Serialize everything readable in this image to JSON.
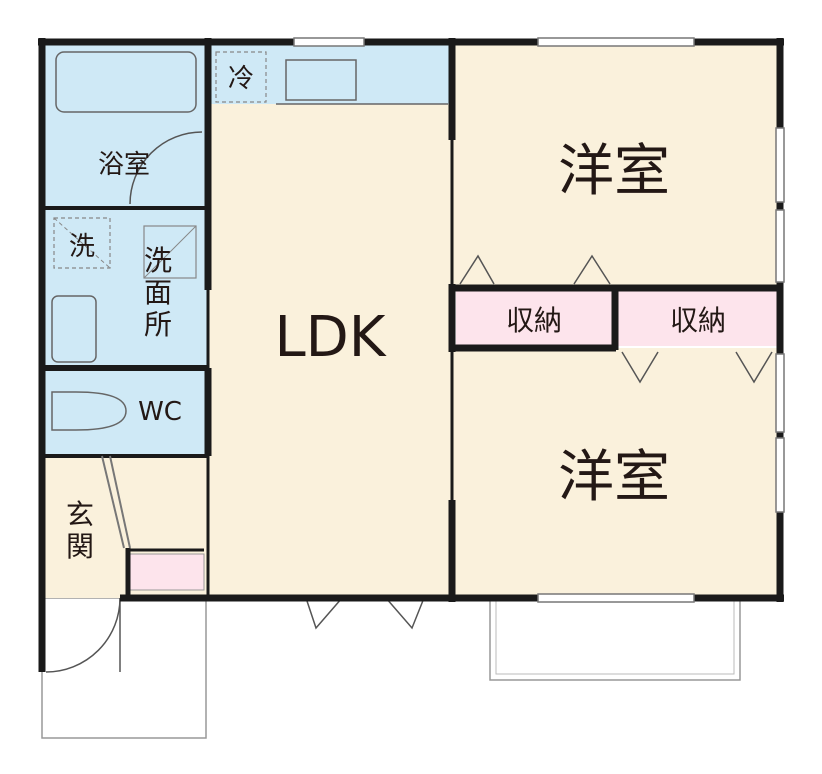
{
  "rooms": {
    "bath": "浴室",
    "washer_space": "洗",
    "washroom": "洗面所",
    "toilet": "WC",
    "entrance": "玄関",
    "fridge_space": "冷",
    "ldk": "LDK",
    "bedroom_upper": "洋室",
    "bedroom_lower": "洋室",
    "storage_left": "収納",
    "storage_right": "収納"
  },
  "colors": {
    "wet_area": "#cfe9f6",
    "living_floor": "#faf1dc",
    "storage": "#fde4ec",
    "wall": "#1a1a1a"
  }
}
